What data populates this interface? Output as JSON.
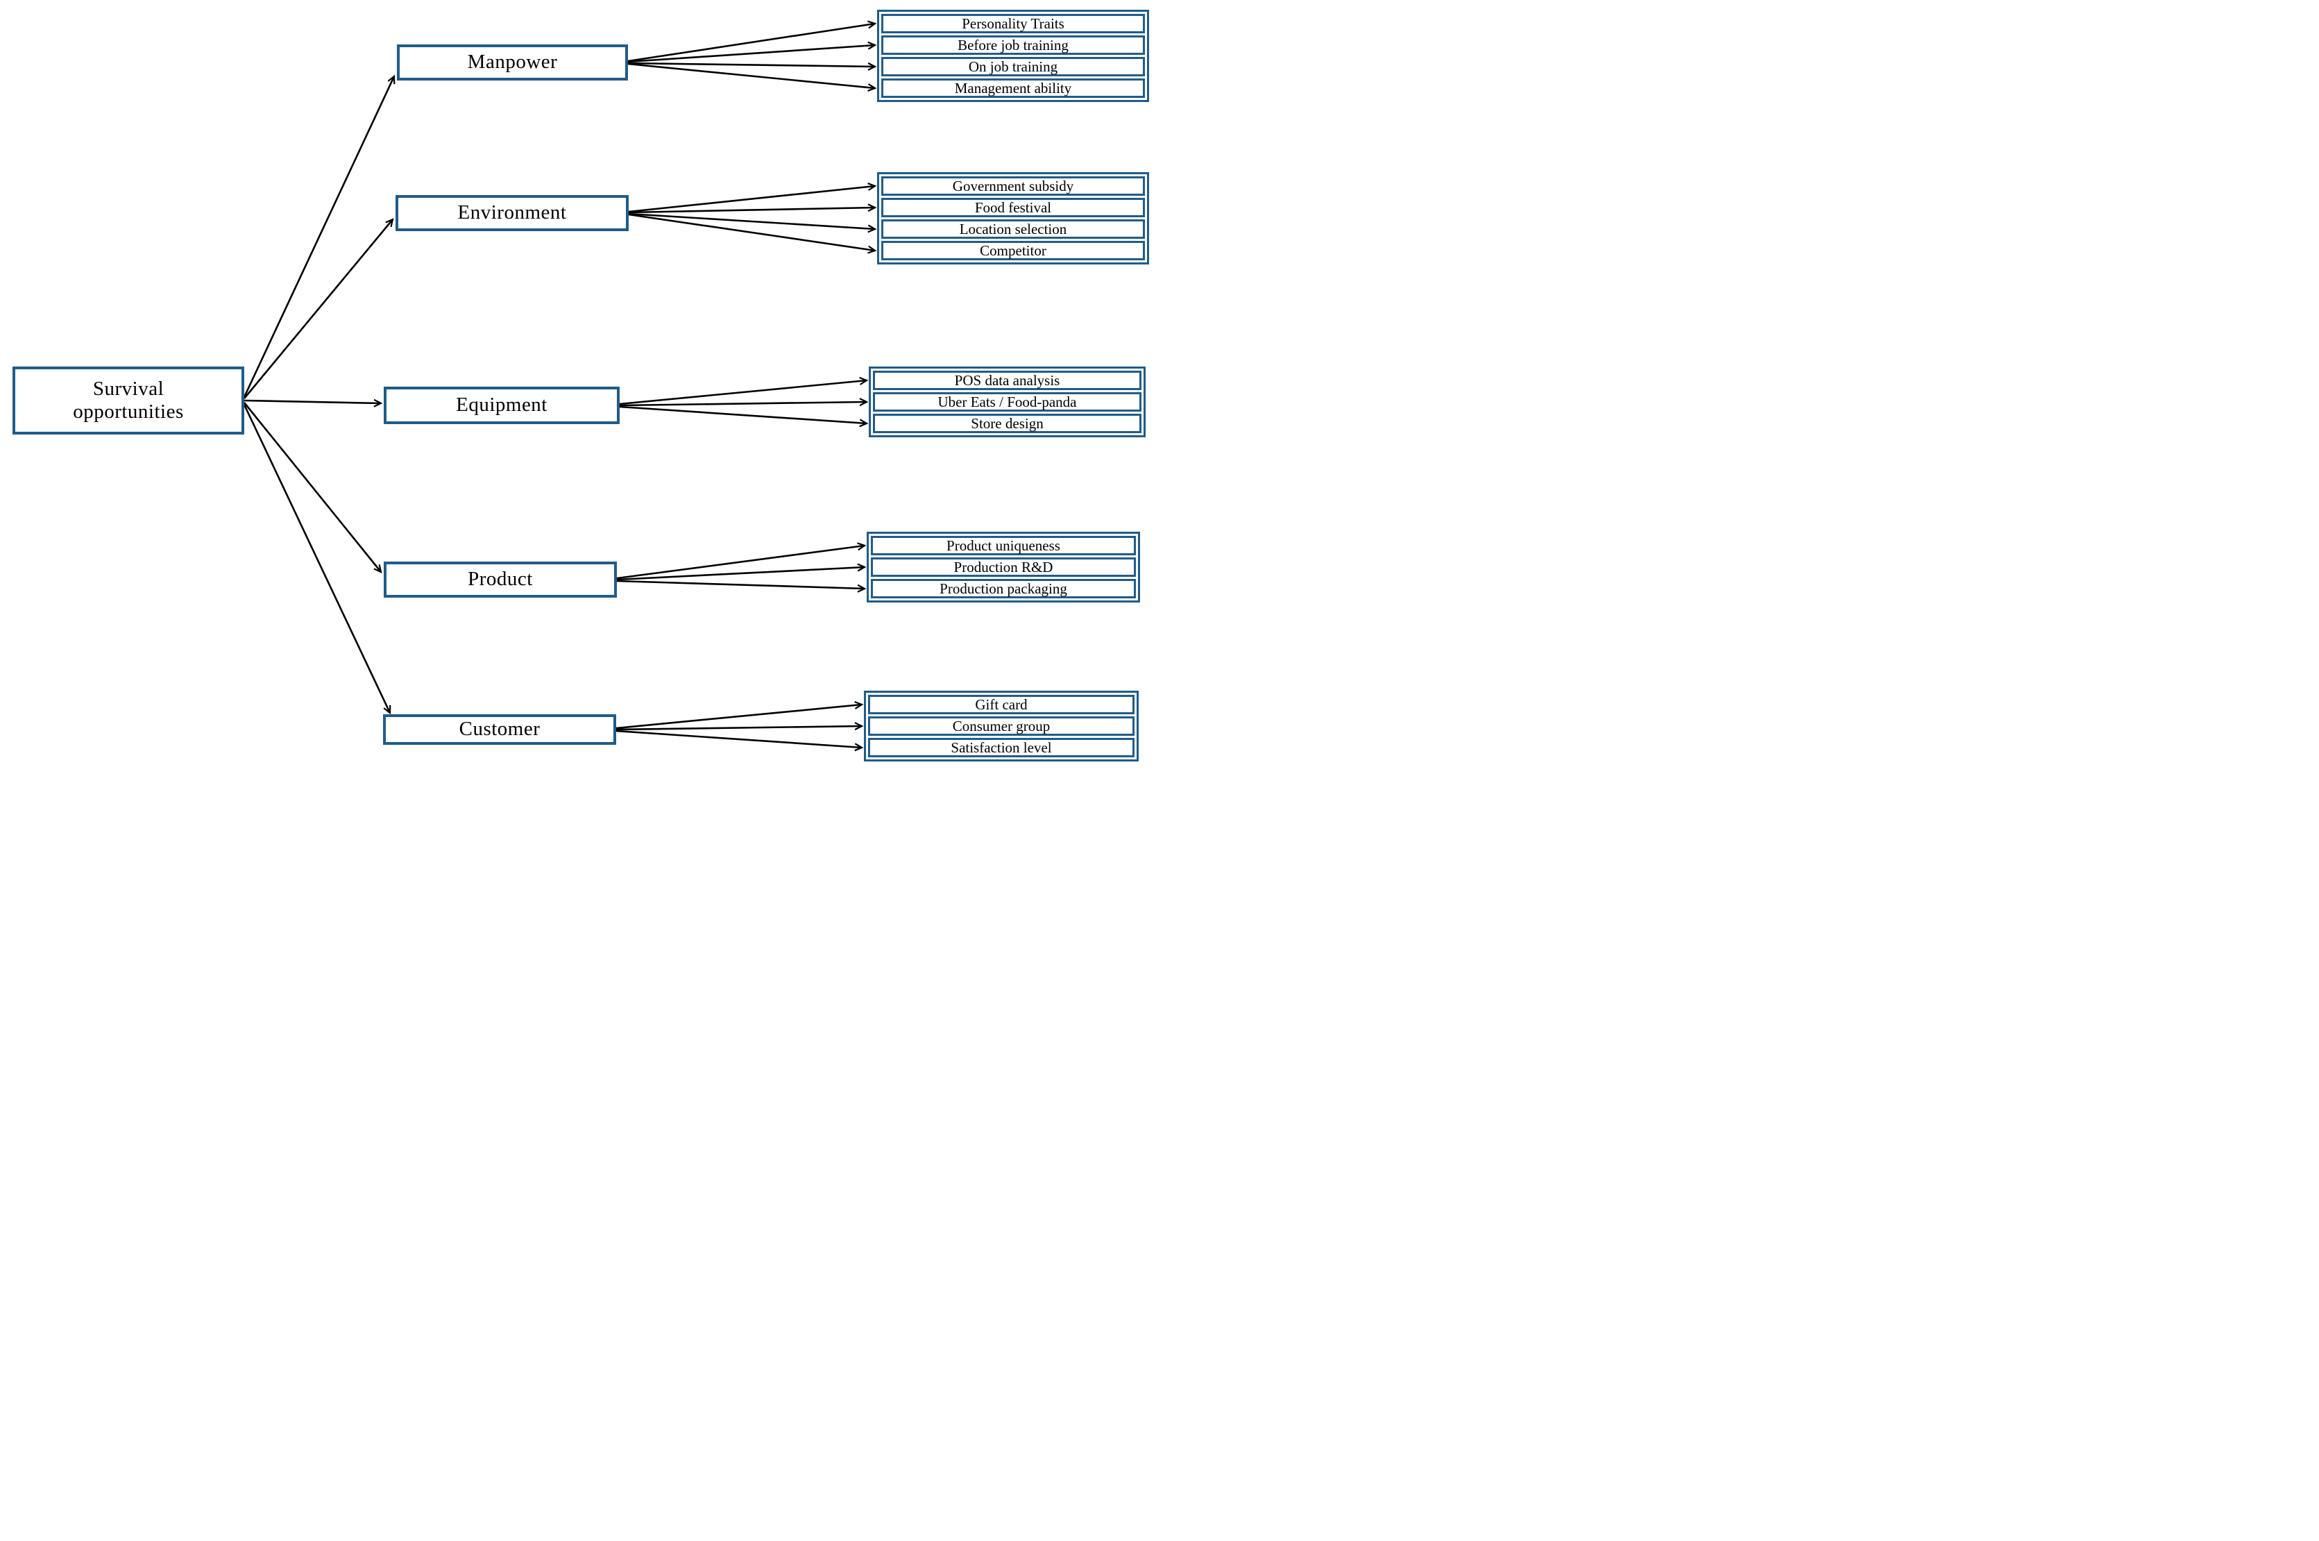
{
  "colors": {
    "accent": "#1f5c8b",
    "line": "#000000",
    "text": "#000000",
    "bg": "#ffffff"
  },
  "diagram": {
    "root_label": "Survival opportunities",
    "sections": [
      {
        "label": "Manpower",
        "leaves": [
          "Personality Traits",
          "Before job training",
          "On job training",
          "Management ability"
        ]
      },
      {
        "label": "Environment",
        "leaves": [
          "Government subsidy",
          "Food festival",
          "Location selection",
          "Competitor"
        ]
      },
      {
        "label": "Equipment",
        "leaves": [
          "POS data analysis",
          "Uber Eats / Food-panda",
          "Store design"
        ]
      },
      {
        "label": "Product",
        "leaves": [
          "Product uniqueness",
          "Production R&D",
          "Production packaging"
        ]
      },
      {
        "label": "Customer",
        "leaves": [
          "Gift card",
          "Consumer group",
          "Satisfaction level"
        ]
      }
    ]
  }
}
